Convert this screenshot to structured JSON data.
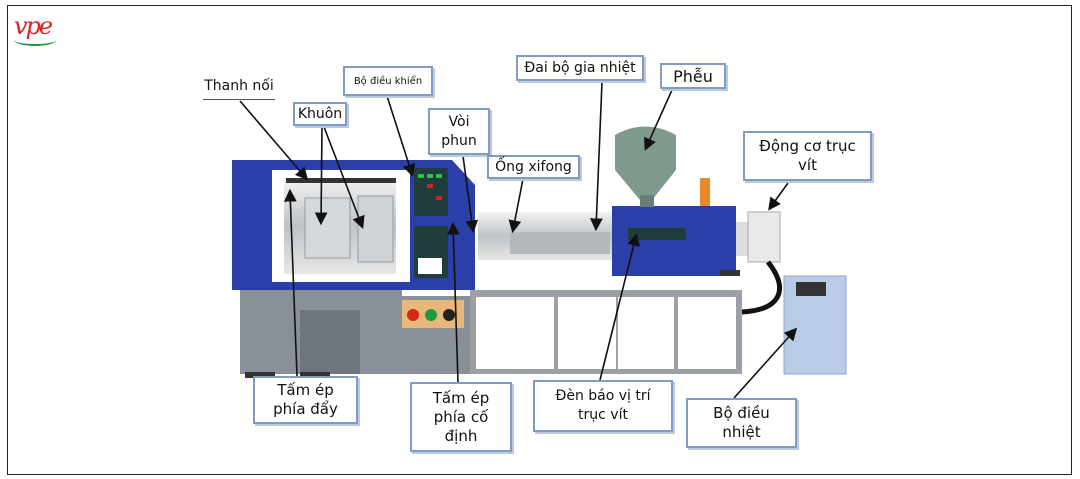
{
  "logo": {
    "text": "vpe",
    "colors": {
      "text": "#e02020",
      "swoosh": "#1a9a3a"
    }
  },
  "colors": {
    "machine_blue": "#2a3fa8",
    "machine_gray": "#8a9098",
    "label_border": "#7f9cc4"
  },
  "labels": {
    "tie_bar": "Thanh nối",
    "controller": "Bộ điều khiển",
    "mold": "Khuôn",
    "nozzle": "Vòi phun",
    "siphon": "Ống xifong",
    "heater_band": "Đai bộ gia nhiệt",
    "hopper": "Phễu",
    "screw_motor": "Động cơ trục vít",
    "moving_platen": "Tấm ép phía đẩy",
    "fixed_platen": "Tấm ép phía cố định",
    "screw_position_light": "Đèn báo vị trí trục vít",
    "temp_controller": "Bộ điều nhiệt"
  }
}
